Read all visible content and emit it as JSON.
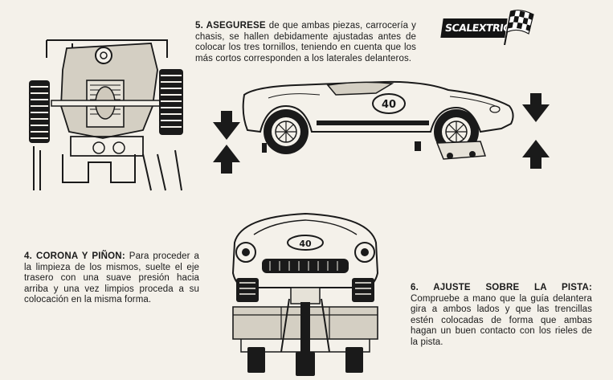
{
  "brand": {
    "name": "SCALEXTRIC"
  },
  "steps": {
    "step5": {
      "heading": "5. ASEGURESE",
      "text": "de que ambas piezas, carrocería y chasis, se hallen debidamente ajustadas antes de colocar los tres tornillos, teniendo en cuenta que los más cortos corresponden a los laterales delanteros."
    },
    "step4": {
      "heading": "4. CORONA Y PIÑON:",
      "text": "Para proceder a la limpieza de los mismos, suelte el eje trasero con una suave presión hacia arriba y una vez limpios proceda a su colocación en la misma forma."
    },
    "step6": {
      "heading": "6. AJUSTE SOBRE LA PISTA:",
      "text": "Compruebe a mano que la guía delantera gira a ambos lados y que las trencillas estén colocadas de forma que ambas hagan un buen contacto con los rieles de la pista."
    }
  },
  "car": {
    "race_number": "40"
  },
  "icons": [
    "scalextric-logo",
    "checkered-flag-icon",
    "arrow-down-icon",
    "arrow-up-icon"
  ],
  "colors": {
    "ink": "#1a1a1a",
    "paper": "#f4f1ea",
    "shade": "#d4cfc3"
  }
}
